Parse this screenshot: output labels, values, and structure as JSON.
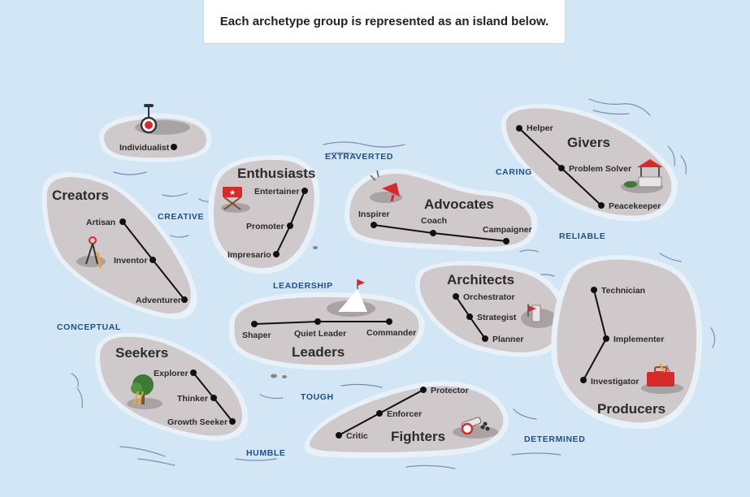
{
  "intro": "Each archetype group is represented as an island below.",
  "colors": {
    "water": "#d3e6f6",
    "island": "#cfc9cb",
    "rim": "#e9f1f8",
    "route": "#111111",
    "trait": "#1e4f86"
  },
  "islands": [
    {
      "id": "individualist",
      "title": "",
      "nodes": [
        {
          "label": "Individualist"
        }
      ],
      "icon": "unicycle-icon"
    },
    {
      "id": "creators",
      "title": "Creators",
      "nodes": [
        {
          "label": "Artisan"
        },
        {
          "label": "Inventor"
        },
        {
          "label": "Adventurer"
        }
      ],
      "icon": "compass-pencil-icon"
    },
    {
      "id": "enthusiasts",
      "title": "Enthusiasts",
      "nodes": [
        {
          "label": "Entertainer"
        },
        {
          "label": "Promoter"
        },
        {
          "label": "Impresario"
        }
      ],
      "icon": "director-chair-icon"
    },
    {
      "id": "advocates",
      "title": "Advocates",
      "nodes": [
        {
          "label": "Inspirer"
        },
        {
          "label": "Coach"
        },
        {
          "label": "Campaigner"
        }
      ],
      "icon": "megaphone-icon"
    },
    {
      "id": "givers",
      "title": "Givers",
      "nodes": [
        {
          "label": "Helper"
        },
        {
          "label": "Problem Solver"
        },
        {
          "label": "Peacekeeper"
        }
      ],
      "icon": "wishing-well-icon"
    },
    {
      "id": "architects",
      "title": "Architects",
      "nodes": [
        {
          "label": "Orchestrator"
        },
        {
          "label": "Strategist"
        },
        {
          "label": "Planner"
        }
      ],
      "icon": "flag-tower-icon"
    },
    {
      "id": "leaders",
      "title": "Leaders",
      "nodes": [
        {
          "label": "Shaper"
        },
        {
          "label": "Quiet Leader"
        },
        {
          "label": "Commander"
        }
      ],
      "icon": "summit-flag-icon"
    },
    {
      "id": "seekers",
      "title": "Seekers",
      "nodes": [
        {
          "label": "Explorer"
        },
        {
          "label": "Thinker"
        },
        {
          "label": "Growth Seeker"
        }
      ],
      "icon": "tree-ladder-icon"
    },
    {
      "id": "fighters",
      "title": "Fighters",
      "nodes": [
        {
          "label": "Protector"
        },
        {
          "label": "Enforcer"
        },
        {
          "label": "Critic"
        }
      ],
      "icon": "cannon-icon"
    },
    {
      "id": "producers",
      "title": "Producers",
      "nodes": [
        {
          "label": "Technician"
        },
        {
          "label": "Implementer"
        },
        {
          "label": "Investigator"
        }
      ],
      "icon": "toolbox-icon"
    }
  ],
  "traits": [
    "EXTRAVERTED",
    "CARING",
    "CREATIVE",
    "RELIABLE",
    "LEADERSHIP",
    "CONCEPTUAL",
    "TOUGH",
    "DETERMINED",
    "HUMBLE"
  ]
}
